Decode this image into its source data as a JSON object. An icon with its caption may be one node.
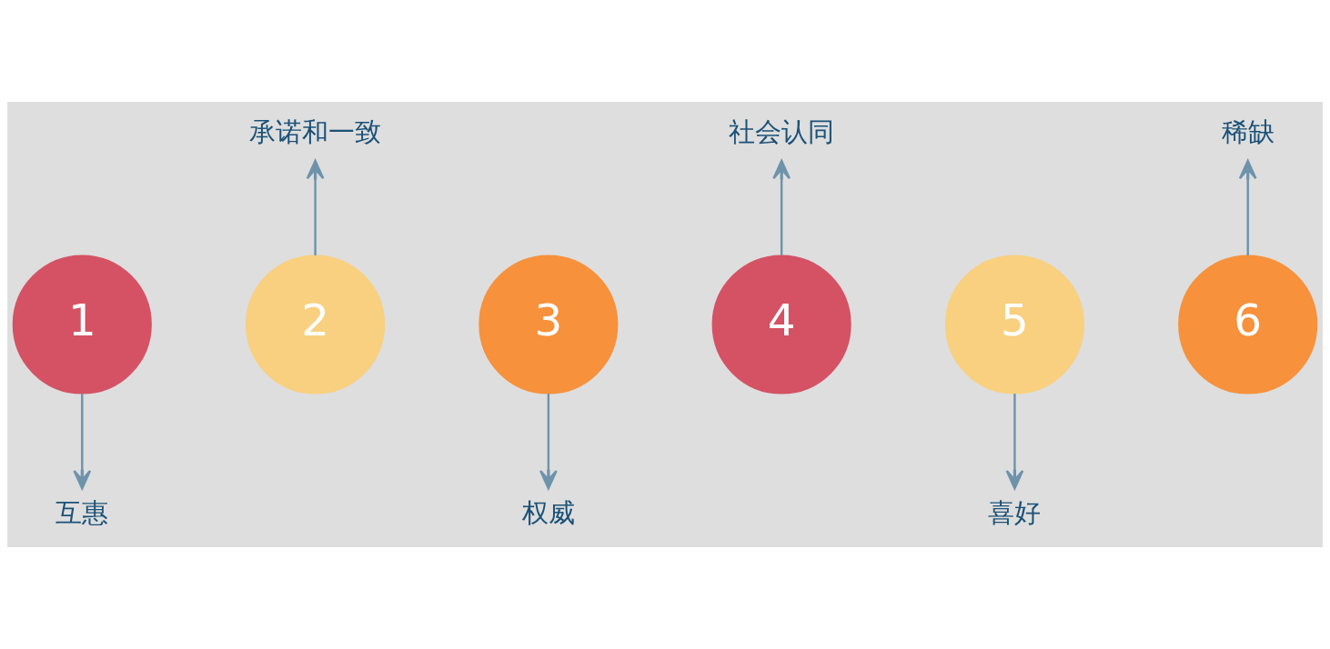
{
  "diagram": {
    "nodes": [
      {
        "text": [
          "1"
        ]
      },
      {
        "text": [
          "2"
        ]
      },
      {
        "text": [
          "3"
        ]
      },
      {
        "text": [
          "4"
        ]
      },
      {
        "text": [
          "5"
        ]
      },
      {
        "text": [
          "6"
        ]
      },
      {
        "text": [
          "互惠"
        ]
      },
      {
        "text": [
          "承诺和一致"
        ]
      },
      {
        "text": [
          "权威"
        ]
      },
      {
        "text": [
          "社会认同"
        ]
      },
      {
        "text": [
          "喜好"
        ]
      },
      {
        "text": [
          "稀缺"
        ]
      }
    ],
    "edges": [
      {
        "from": 0,
        "to": 6,
        "arrow": "to"
      },
      {
        "from": 1,
        "to": 7,
        "arrow": "to"
      },
      {
        "from": 2,
        "to": 8,
        "arrow": "to"
      },
      {
        "from": 3,
        "to": 9,
        "arrow": "to"
      },
      {
        "from": 4,
        "to": 10,
        "arrow": "to"
      },
      {
        "from": 5,
        "to": 11,
        "arrow": "to"
      }
    ]
  }
}
